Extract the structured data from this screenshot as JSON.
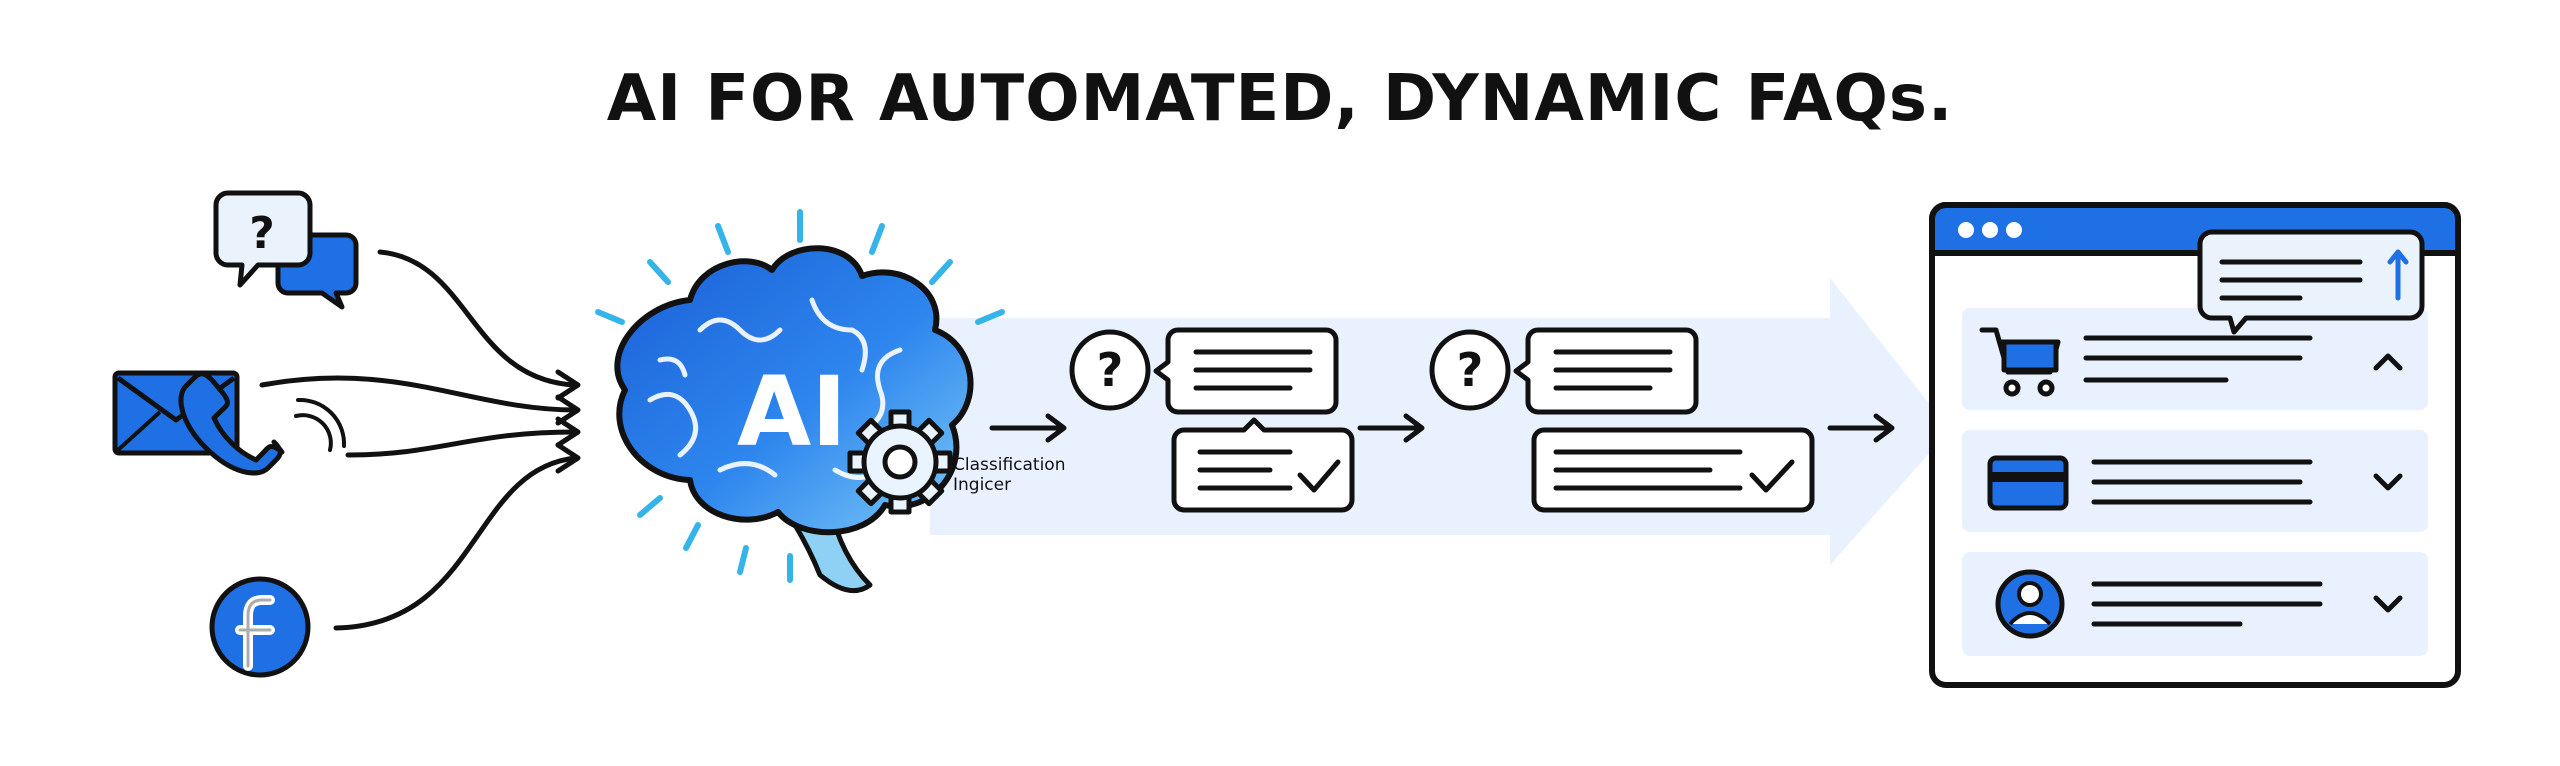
{
  "title": "AI FOR AUTOMATED, DYNAMIC FAQs.",
  "brain_label": "AI",
  "gear_caption": [
    "Classification",
    "Ingicer"
  ],
  "question_glyph": "?",
  "channels": [
    "chat-icon",
    "email-icon",
    "phone-icon",
    "facebook-icon"
  ],
  "faq_items": [
    "shopping-cart-icon",
    "credit-card-icon",
    "user-profile-icon"
  ],
  "colors": {
    "blue": "#1f6fe5",
    "light_blue": "#e6f0fc",
    "cyan": "#34b4e8",
    "outline": "#111111"
  }
}
